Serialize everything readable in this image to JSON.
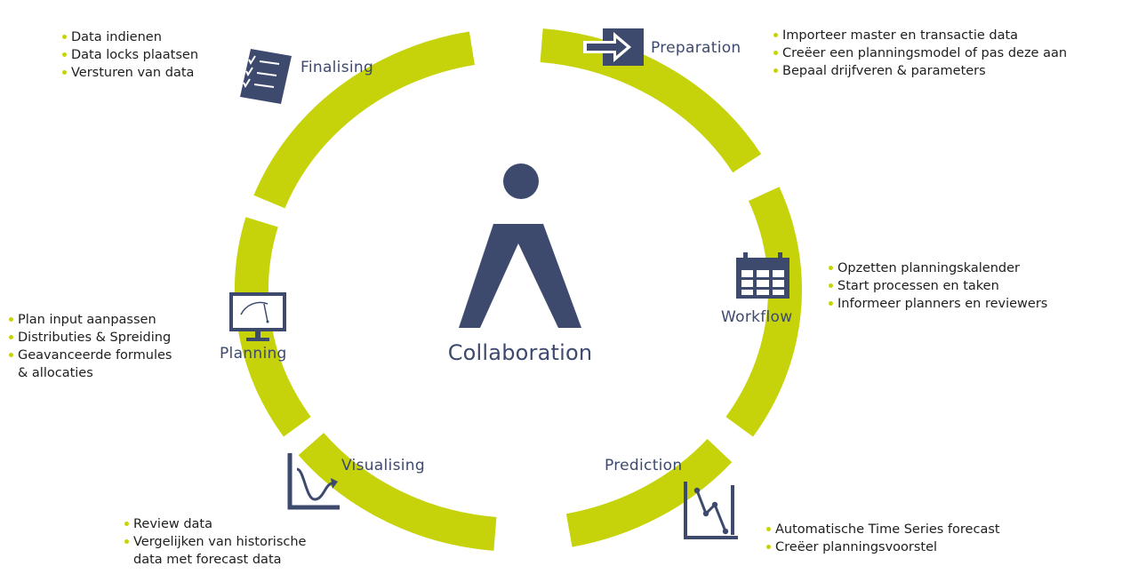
{
  "colors": {
    "ring": "#c6d30a",
    "navy": "#3d4a6e",
    "text": "#1e1e1e"
  },
  "center": {
    "label": "Collaboration",
    "icon": "person-a-logo-icon"
  },
  "stages": {
    "preparation": {
      "label": "Preparation",
      "icon": "arrow-into-box-icon",
      "bullets": [
        "Importeer master en transactie data",
        "Creëer een planningsmodel of pas deze aan",
        "Bepaal drijfveren & parameters"
      ]
    },
    "workflow": {
      "label": "Workflow",
      "icon": "calendar-icon",
      "bullets": [
        "Opzetten planningskalender",
        "Start processen en taken",
        "Informeer planners en reviewers"
      ]
    },
    "prediction": {
      "label": "Prediction",
      "icon": "line-chart-icon",
      "bullets": [
        "Automatische Time Series forecast",
        "Creëer planningsvoorstel"
      ]
    },
    "visualising": {
      "label": "Visualising",
      "icon": "curve-chart-icon",
      "bullets": [
        "Review data",
        "Vergelijken van historische\ndata met forecast data"
      ]
    },
    "planning": {
      "label": "Planning",
      "icon": "monitor-icon",
      "bullets": [
        "Plan input aanpassen",
        "Distributies & Spreiding",
        "Geavanceerde formules\n& allocaties"
      ]
    },
    "finalising": {
      "label": "Finalising",
      "icon": "checklist-icon",
      "bullets": [
        "Data indienen",
        "Data locks plaatsen",
        "Versturen van data"
      ]
    }
  }
}
